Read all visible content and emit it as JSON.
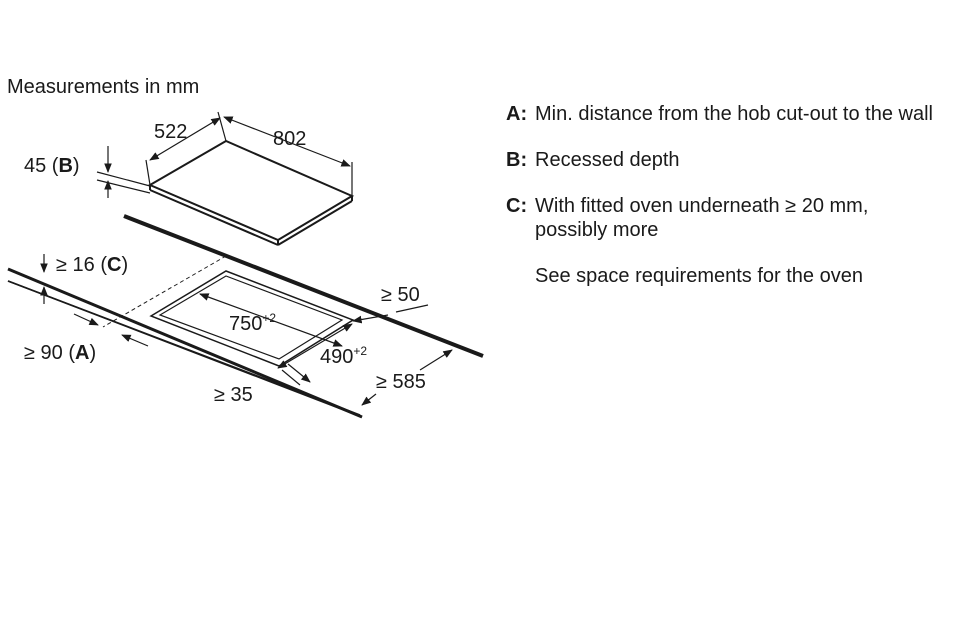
{
  "title": "Measurements in mm",
  "hob": {
    "depth": "522",
    "width": "802",
    "thickness_value": "45 (",
    "thickness_key": "B",
    "thickness_close": ")"
  },
  "cutout": {
    "width": "750",
    "width_tol": "+2",
    "depth": "490",
    "depth_tol": "+2",
    "min_front_value": "≥ 16 (",
    "min_front_key": "C",
    "min_front_close": ")",
    "min_side_value": "≥ 90 (",
    "min_side_key": "A",
    "min_side_close": ")",
    "min_back": "≥ 50",
    "min_front_edge": "≥ 35",
    "min_worktop_depth": "≥ 585"
  },
  "legend": {
    "items": [
      {
        "key": "A:",
        "text": "Min. distance from the hob cut-out to the wall"
      },
      {
        "key": "B:",
        "text": "Recessed depth"
      },
      {
        "key": "C:",
        "text": "With fitted oven underneath ≥ 20 mm, possibly more"
      }
    ],
    "note": "See space requirements for the oven"
  }
}
